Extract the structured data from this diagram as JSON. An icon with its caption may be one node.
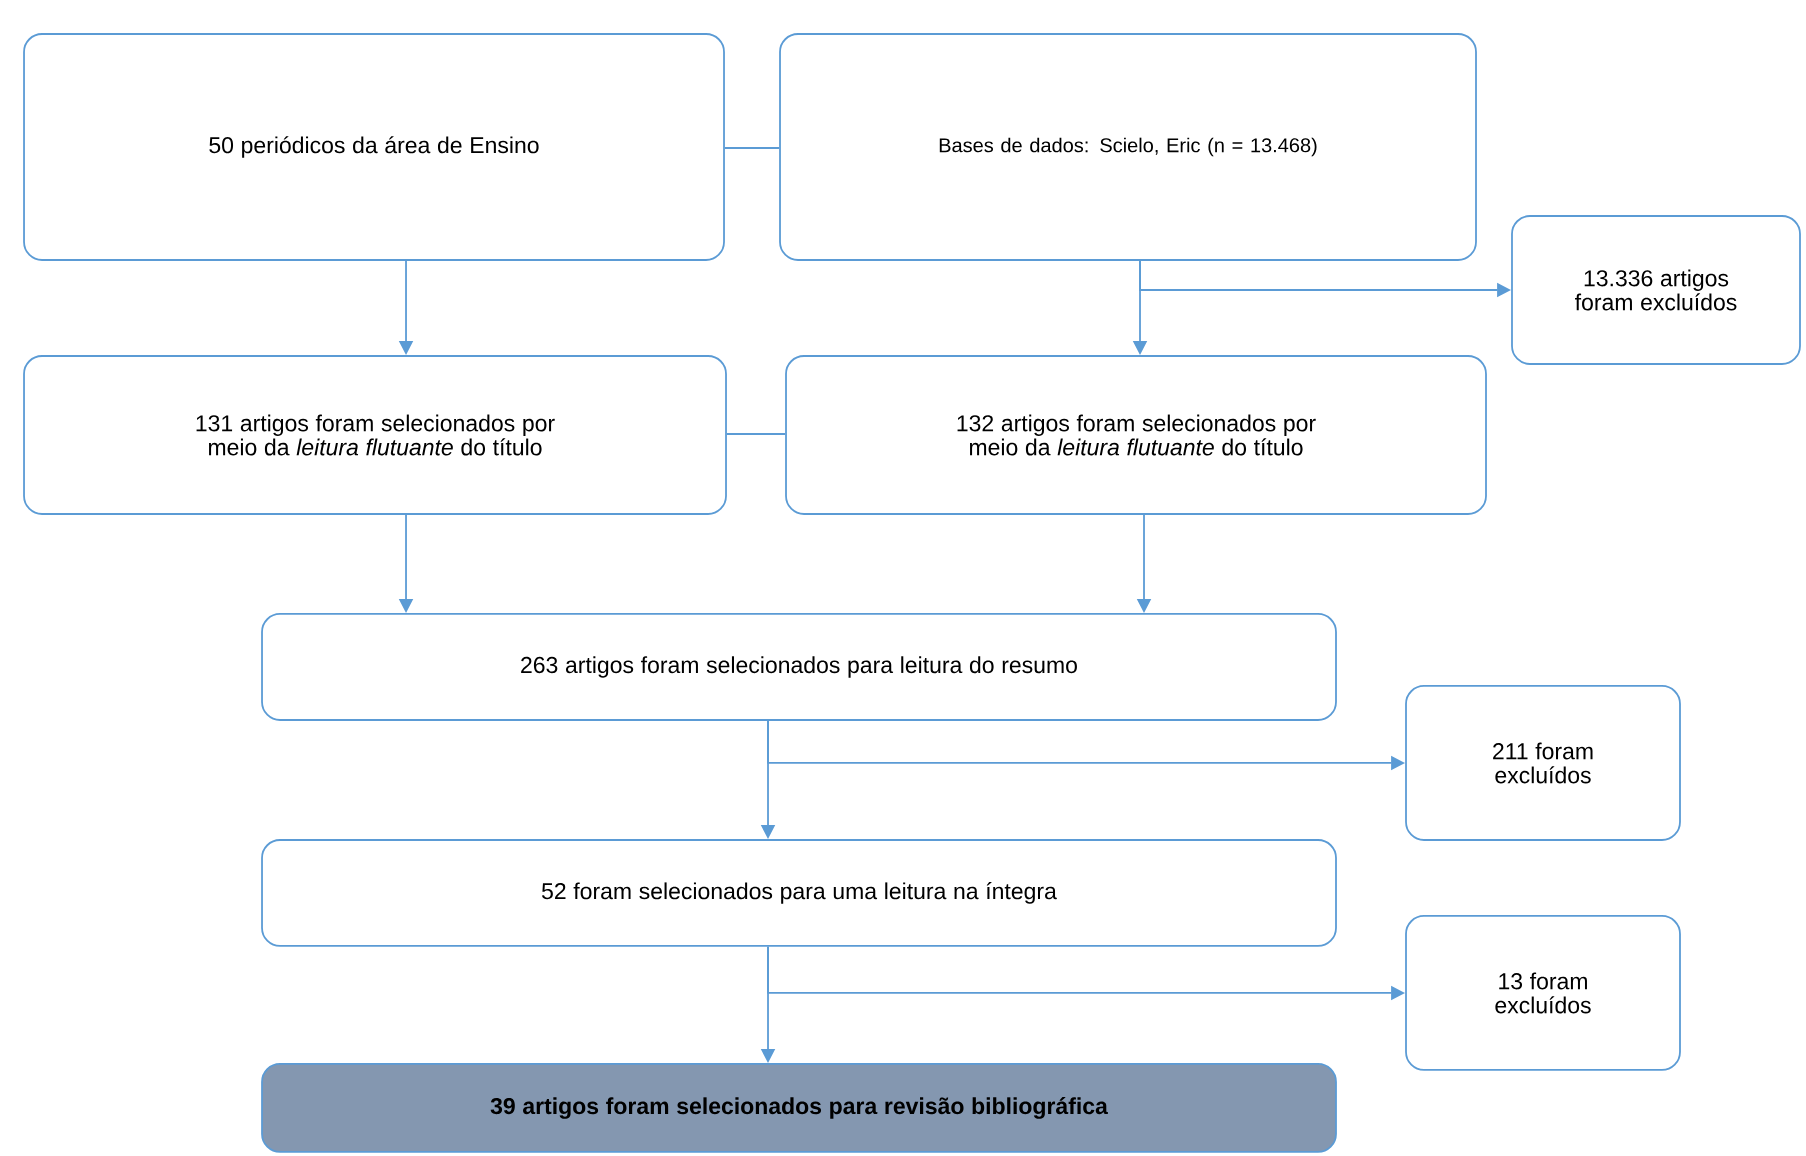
{
  "diagram": {
    "nodes": [
      {
        "text": [
          "50 periódicos da área de Ensino"
        ]
      },
      {
        "text": [
          "Bases de dados: Scielo, Eric (n = 13.468)"
        ]
      },
      {
        "text": [
          "13.336 artigos foram excluídos"
        ]
      },
      {
        "text": [
          "131 artigos foram selecionados por meio da *leitura flutuante* do título"
        ]
      },
      {
        "text": [
          "132 artigos foram selecionados por meio da *leitura flutuante* do título"
        ]
      },
      {
        "text": [
          "263 artigos foram selecionados para leitura do resumo"
        ]
      },
      {
        "text": [
          "211 foram excluídos"
        ]
      },
      {
        "text": [
          "52 foram selecionados para uma leitura na íntegra"
        ]
      },
      {
        "text": [
          "13 foram excluídos"
        ]
      },
      {
        "text": [
          "39 artigos foram selecionados para revisão bibliográfica"
        ]
      }
    ],
    "edges": [
      {
        "from": 0,
        "to": 1,
        "arrow": "none"
      },
      {
        "from": 0,
        "to": 3,
        "arrow": "to"
      },
      {
        "from": 1,
        "to": 4,
        "arrow": "to"
      },
      {
        "from": 1,
        "to": 2,
        "arrow": "to"
      },
      {
        "from": 3,
        "to": 4,
        "arrow": "none"
      },
      {
        "from": 3,
        "to": 5,
        "arrow": "to"
      },
      {
        "from": 4,
        "to": 5,
        "arrow": "to"
      },
      {
        "from": 5,
        "to": 7,
        "arrow": "to"
      },
      {
        "from": 5,
        "to": 6,
        "arrow": "to"
      },
      {
        "from": 7,
        "to": 9,
        "arrow": "to"
      },
      {
        "from": 7,
        "to": 8,
        "arrow": "to"
      }
    ]
  }
}
